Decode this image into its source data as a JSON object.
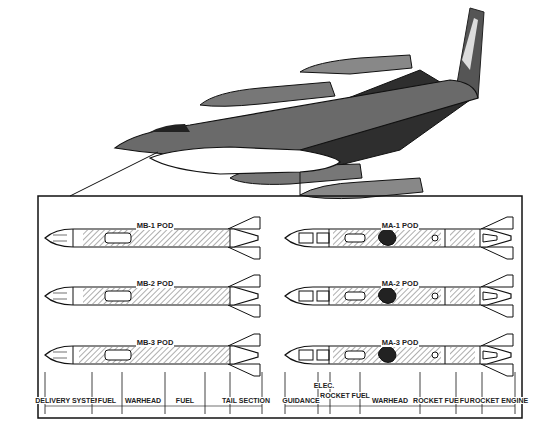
{
  "diagram": {
    "labels": [
      "MB-1 POD",
      "MB-2 POD",
      "MB-3 POD",
      "MA-1 POD",
      "MA-2 POD",
      "MA-3 POD",
      "DELIVERY SYSTEM",
      "FUEL",
      "WARHEAD",
      "FUEL",
      "TAIL SECTION",
      "ELEC.",
      "ROCKET FUEL",
      "GUIDANCE",
      "WARHEAD",
      "ROCKET FUEL",
      "FUEL",
      "ROCKET ENGINE"
    ]
  }
}
